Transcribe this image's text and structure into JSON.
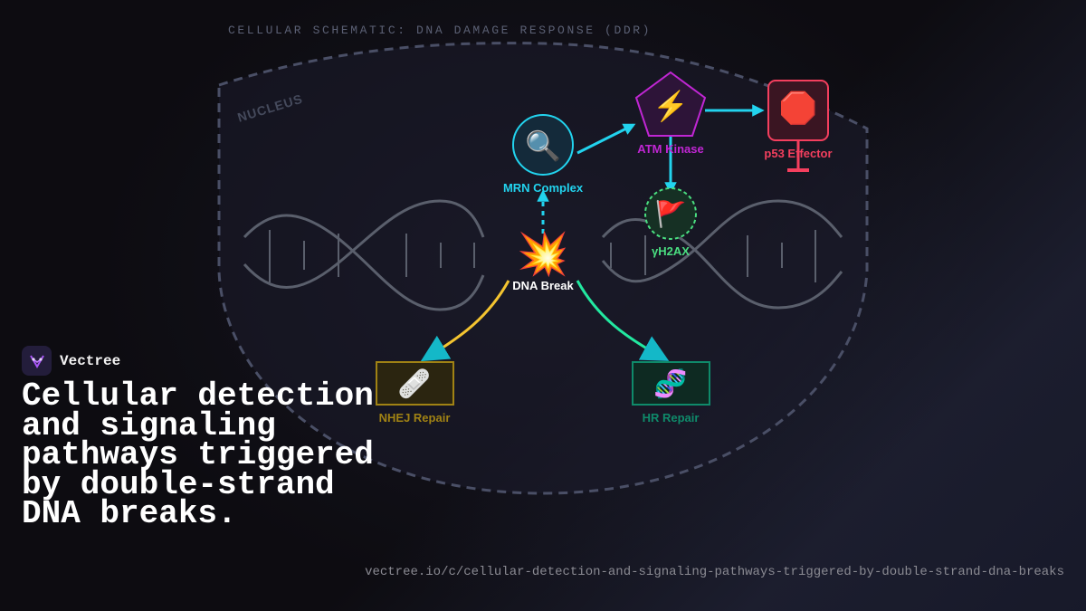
{
  "schematic_title": "CELLULAR SCHEMATIC: DNA DAMAGE RESPONSE (DDR)",
  "compartment_label": "NUCLEUS",
  "nodes": {
    "mrn": {
      "label": "MRN Complex",
      "icon": "magnifying-glass-icon",
      "glyph": "🔍",
      "color": "#22d3ee"
    },
    "atm": {
      "label": "ATM Kinase",
      "icon": "lightning-bolt-icon",
      "glyph": "⚡",
      "color": "#c026d3"
    },
    "p53": {
      "label": "p53 Effector",
      "icon": "stop-sign-icon",
      "glyph": "🛑",
      "color": "#f43f5e"
    },
    "h2ax": {
      "label": "γH2AX",
      "icon": "flag-icon",
      "glyph": "🚩",
      "color": "#4ade80"
    },
    "dna_break": {
      "label": "DNA Break",
      "icon": "explosion-icon",
      "glyph": "💥",
      "color": "#ffffff"
    },
    "nhej": {
      "label": "NHEJ Repair",
      "icon": "bandage-icon",
      "glyph": "🩹",
      "color": "#a08214"
    },
    "hr": {
      "label": "HR Repair",
      "icon": "dna-icon",
      "glyph": "🧬",
      "color": "#0f8a6a"
    }
  },
  "colors": {
    "cyan": "#22d3ee",
    "yellow": "#f4c430",
    "green": "#22e8a0",
    "helix": "#5a5f6c"
  },
  "brand": {
    "name": "Vectree",
    "logo_icon": "vectree-logo-icon"
  },
  "headline": "Cellular detection and signaling pathways triggered by double-strand DNA breaks.",
  "url": "vectree.io/c/cellular-detection-and-signaling-pathways-triggered-by-double-strand-dna-breaks"
}
